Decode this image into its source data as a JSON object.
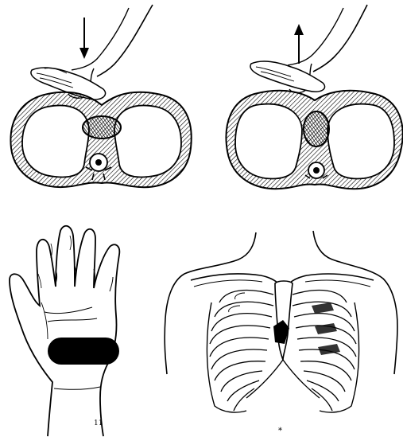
{
  "labels": {
    "wrist_mark": "11",
    "chest_mark": "*"
  },
  "colors": {
    "ink": "#000000",
    "paper": "#ffffff",
    "hatch": "#000000"
  },
  "panels": {
    "compress": {
      "arrow": "down",
      "icon": "arrow-down-icon"
    },
    "release": {
      "arrow": "up",
      "icon": "arrow-up-icon"
    },
    "hand": {
      "mark": "heel-of-hand-contact-area"
    },
    "chest": {
      "mark": "compression-point-on-sternum"
    }
  }
}
